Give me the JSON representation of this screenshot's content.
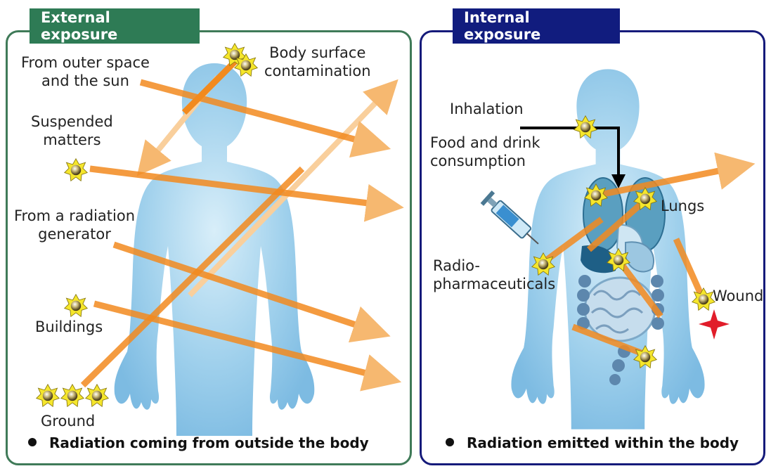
{
  "external": {
    "title": "External exposure",
    "labels": {
      "outer_space": [
        "From outer space",
        "and the sun"
      ],
      "body_surface": [
        "Body surface",
        "contamination"
      ],
      "suspended": [
        "Suspended",
        "matters"
      ],
      "generator": [
        "From a radiation",
        "generator"
      ],
      "buildings": "Buildings",
      "ground": "Ground"
    },
    "footer": "Radiation coming from outside the body"
  },
  "internal": {
    "title": "Internal exposure",
    "labels": {
      "inhalation": "Inhalation",
      "food": [
        "Food and drink",
        "consumption"
      ],
      "lungs": "Lungs",
      "radio": [
        "Radio-",
        "pharmaceuticals"
      ],
      "wound": "Wound"
    },
    "footer": "Radiation emitted within the body"
  },
  "colors": {
    "ext_border": "#3f7a58",
    "ext_tab": "#2e7b55",
    "int_border": "#151a7a",
    "int_tab": "#111c7e",
    "body": "#8ec6e8",
    "ray": "#f28a1e",
    "star": "#f5e62c"
  }
}
